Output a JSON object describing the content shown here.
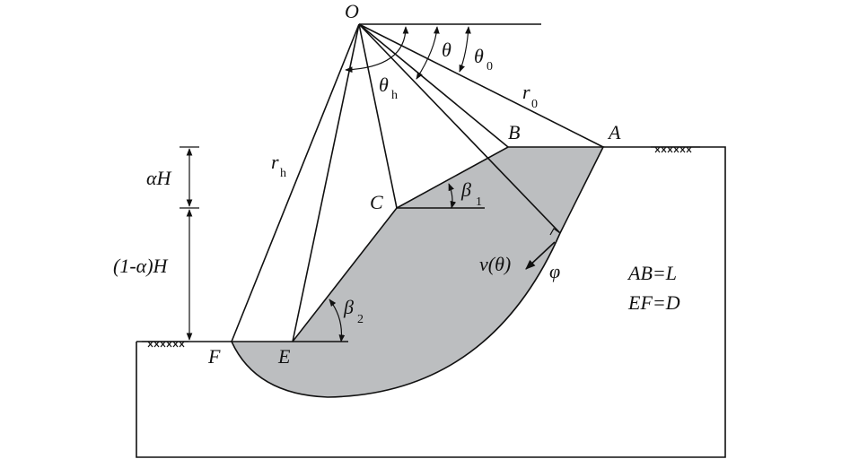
{
  "points": {
    "O": "O",
    "A": "A",
    "B": "B",
    "C": "C",
    "E": "E",
    "F": "F"
  },
  "angles": {
    "theta": "θ",
    "theta0": "θ",
    "theta0_sub": "0",
    "thetah": "θ",
    "thetah_sub": "h",
    "beta1": "β",
    "beta1_sub": "1",
    "beta2": "β",
    "beta2_sub": "2",
    "phi": "φ"
  },
  "radii": {
    "r0": "r",
    "r0_sub": "0",
    "rh": "r",
    "rh_sub": "h"
  },
  "velocity": "v(θ)",
  "heights": {
    "alphaH": "αH",
    "one_minus_alphaH": "(1-α)H"
  },
  "relations": {
    "AB": "AB=L",
    "EF": "EF=D"
  },
  "colors": {
    "failure_fill": "#bcbec0",
    "line": "#111111"
  }
}
